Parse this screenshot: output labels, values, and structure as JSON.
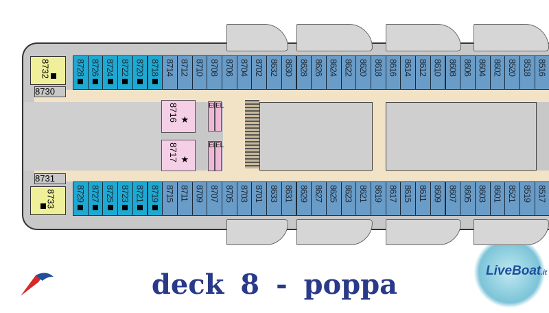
{
  "title": "deck 8 - poppa",
  "top_cyan": [
    "8728",
    "8726",
    "8724",
    "8722",
    "8720",
    "8718"
  ],
  "top_blue": [
    "8714",
    "8712",
    "8710",
    "8708",
    "8706",
    "8704",
    "8702",
    "8632",
    "8630",
    "8628",
    "8626",
    "8624",
    "8622",
    "8620",
    "8618",
    "8616",
    "8614",
    "8612",
    "8610",
    "8608",
    "8606",
    "8604",
    "8602",
    "8520",
    "8518",
    "8516"
  ],
  "bot_cyan": [
    "8729",
    "8727",
    "8725",
    "8723",
    "8721",
    "8719"
  ],
  "bot_blue": [
    "8715",
    "8711",
    "8709",
    "8707",
    "8705",
    "8703",
    "8701",
    "8633",
    "8631",
    "8629",
    "8627",
    "8625",
    "8623",
    "8621",
    "8619",
    "8617",
    "8615",
    "8611",
    "8609",
    "8607",
    "8605",
    "8603",
    "8601",
    "8521",
    "8519",
    "8517"
  ],
  "suites": {
    "s8732": "8732",
    "s8733": "8733",
    "s8730": "8730",
    "s8731": "8731",
    "s8716": "8716",
    "s8717": "8717"
  },
  "el_label": "EL",
  "logo_text": "LiveBoat",
  "logo_suffix": ".it",
  "colors": {
    "cyan": "#1fa9d2",
    "blue": "#6a9cc8",
    "title": "#2a3a8a"
  }
}
